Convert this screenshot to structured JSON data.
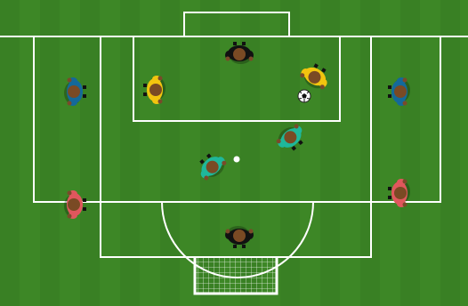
{
  "scene": {
    "name": "soccer-drill-diagram",
    "pitch_color_light": "#3f8a27",
    "pitch_color_dark": "#367a21",
    "line_color": "#ffffff"
  },
  "players": [
    {
      "id": "black-top",
      "team": "black",
      "shirt": "#111111"
    },
    {
      "id": "black-bottom",
      "team": "black",
      "shirt": "#111111"
    },
    {
      "id": "yellow-left",
      "team": "yellow",
      "shirt": "#f2c40f"
    },
    {
      "id": "yellow-right",
      "team": "yellow",
      "shirt": "#f2c40f"
    },
    {
      "id": "teal-mid-left",
      "team": "teal",
      "shirt": "#1fb79b"
    },
    {
      "id": "teal-mid-right",
      "team": "teal",
      "shirt": "#1fb79b"
    },
    {
      "id": "blue-left",
      "team": "blue",
      "shirt": "#14699a"
    },
    {
      "id": "blue-right",
      "team": "blue",
      "shirt": "#14699a"
    },
    {
      "id": "red-left",
      "team": "red",
      "shirt": "#e0575d"
    },
    {
      "id": "red-right",
      "team": "red",
      "shirt": "#e0575d"
    }
  ],
  "ball": {
    "type": "soccer-ball"
  },
  "markers": [
    {
      "type": "center-spot"
    }
  ],
  "goal": {
    "type": "goal-net"
  }
}
